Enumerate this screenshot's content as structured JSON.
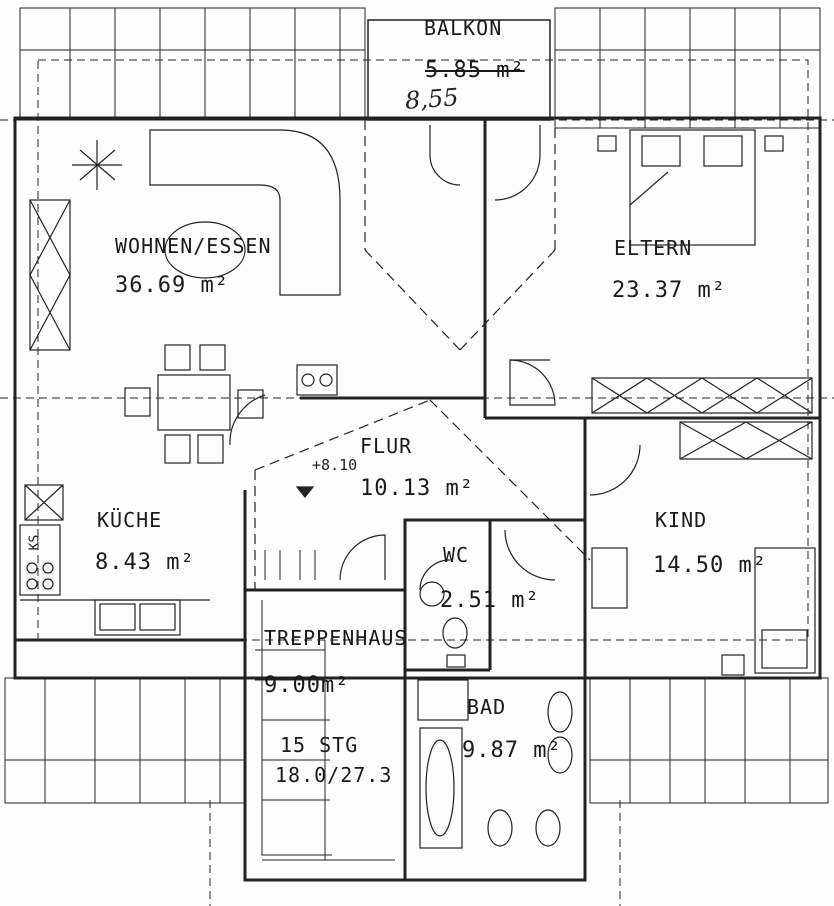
{
  "rooms": {
    "balkon": {
      "name": "BALKON",
      "area": "5.85 m²",
      "handwritten": "8,55"
    },
    "wohnen": {
      "name": "WOHNEN/ESSEN",
      "area": "36.69 m²"
    },
    "eltern": {
      "name": "ELTERN",
      "area": "23.37 m²"
    },
    "flur": {
      "name": "FLUR",
      "area": "10.13 m²",
      "level": "+8.10"
    },
    "kueche": {
      "name": "KÜCHE",
      "area": "8.43 m²"
    },
    "kind": {
      "name": "KIND",
      "area": "14.50 m²"
    },
    "wc": {
      "name": "WC",
      "area": "2.51 m²"
    },
    "treppe": {
      "name": "TREPPENHAUS",
      "area": "9.00m²",
      "steps": "15 STG",
      "ratio": "18.0/27.3"
    },
    "bad": {
      "name": "BAD",
      "area": "9.87 m²"
    }
  },
  "fixtures": {
    "ks": "KS"
  }
}
